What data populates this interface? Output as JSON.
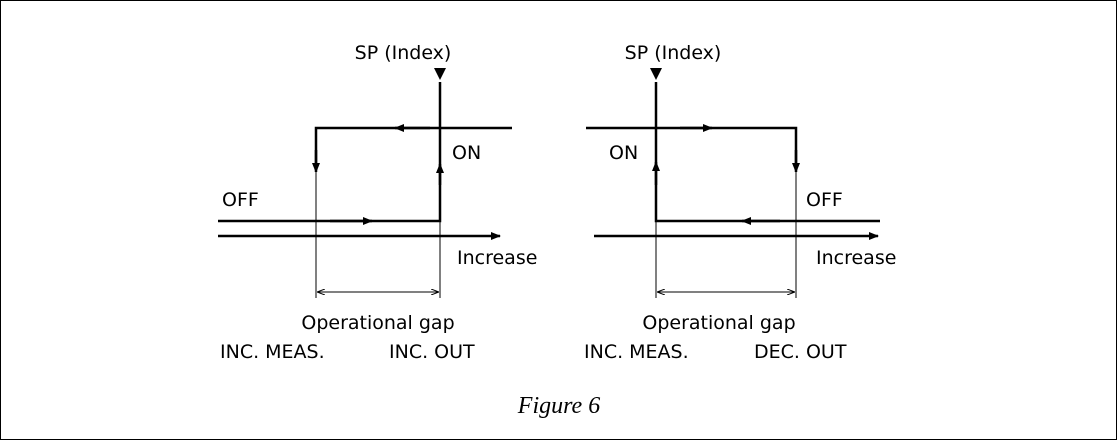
{
  "caption": "Figure 6",
  "left": {
    "sp_label": "SP (Index)",
    "on_label": "ON",
    "off_label": "OFF",
    "axis_label": "Increase",
    "gap_label": "Operational gap",
    "meas_label": "INC. MEAS.",
    "out_label": "INC. OUT"
  },
  "right": {
    "sp_label": "SP (Index)",
    "on_label": "ON",
    "off_label": "OFF",
    "axis_label": "Increase",
    "gap_label": "Operational gap",
    "meas_label": "INC. MEAS.",
    "out_label": "DEC. OUT"
  }
}
